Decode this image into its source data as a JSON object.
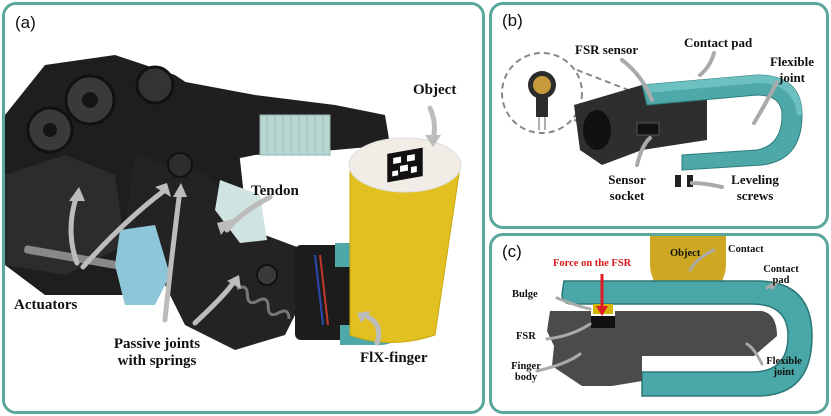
{
  "panels": {
    "a": {
      "label": "(a)",
      "labels": {
        "object": "Object",
        "tendon": "Tendon",
        "actuators": "Actuators",
        "passive_joints_l1": "Passive joints",
        "passive_joints_l2": "with springs",
        "flx_finger": "FlX-finger"
      }
    },
    "b": {
      "label": "(b)",
      "labels": {
        "fsr_sensor": "FSR sensor",
        "contact_pad": "Contact pad",
        "flexible_l1": "Flexible",
        "flexible_l2": "joint",
        "sensor_l1": "Sensor",
        "sensor_l2": "socket",
        "leveling_l1": "Leveling",
        "leveling_l2": "screws"
      }
    },
    "c": {
      "label": "(c)",
      "labels": {
        "object": "Object",
        "contact": "Contact",
        "force": "Force on the FSR",
        "contact_pad_l1": "Contact",
        "contact_pad_l2": "pad",
        "bulge": "Bulge",
        "fsr": "FSR",
        "finger_body_l1": "Finger",
        "finger_body_l2": "body",
        "flexible_l1": "Flexible",
        "flexible_l2": "joint"
      }
    }
  },
  "colors": {
    "panel_border": "#5aa79d",
    "teal_pad": "#4fa8a8",
    "finger_body": "#4a4a4a",
    "object_yellow": "#e2c021",
    "force_arrow": "#e01b24",
    "force_text": "#d7191c"
  }
}
